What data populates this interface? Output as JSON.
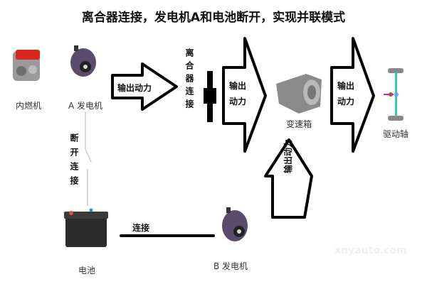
{
  "title": "离合器连接，发电机A和电池断开，实现并联模式",
  "components": {
    "engine": "内燃机",
    "generator_a": "A 发电机",
    "clutch_label": "离合器连接",
    "gearbox": "变速箱",
    "drive_axle": "驱动轴",
    "battery": "电池",
    "generator_b": "B 发电机"
  },
  "arrows": {
    "arrow1": "输出动力",
    "arrow2_line1": "输出",
    "arrow2_line2": "动力",
    "arrow3_line1": "输出",
    "arrow3_line2": "动力",
    "arrow_up": "输出动力"
  },
  "connections": {
    "disconnect": "断开连接",
    "connect": "连接"
  },
  "watermark": "xnyauto.com"
}
